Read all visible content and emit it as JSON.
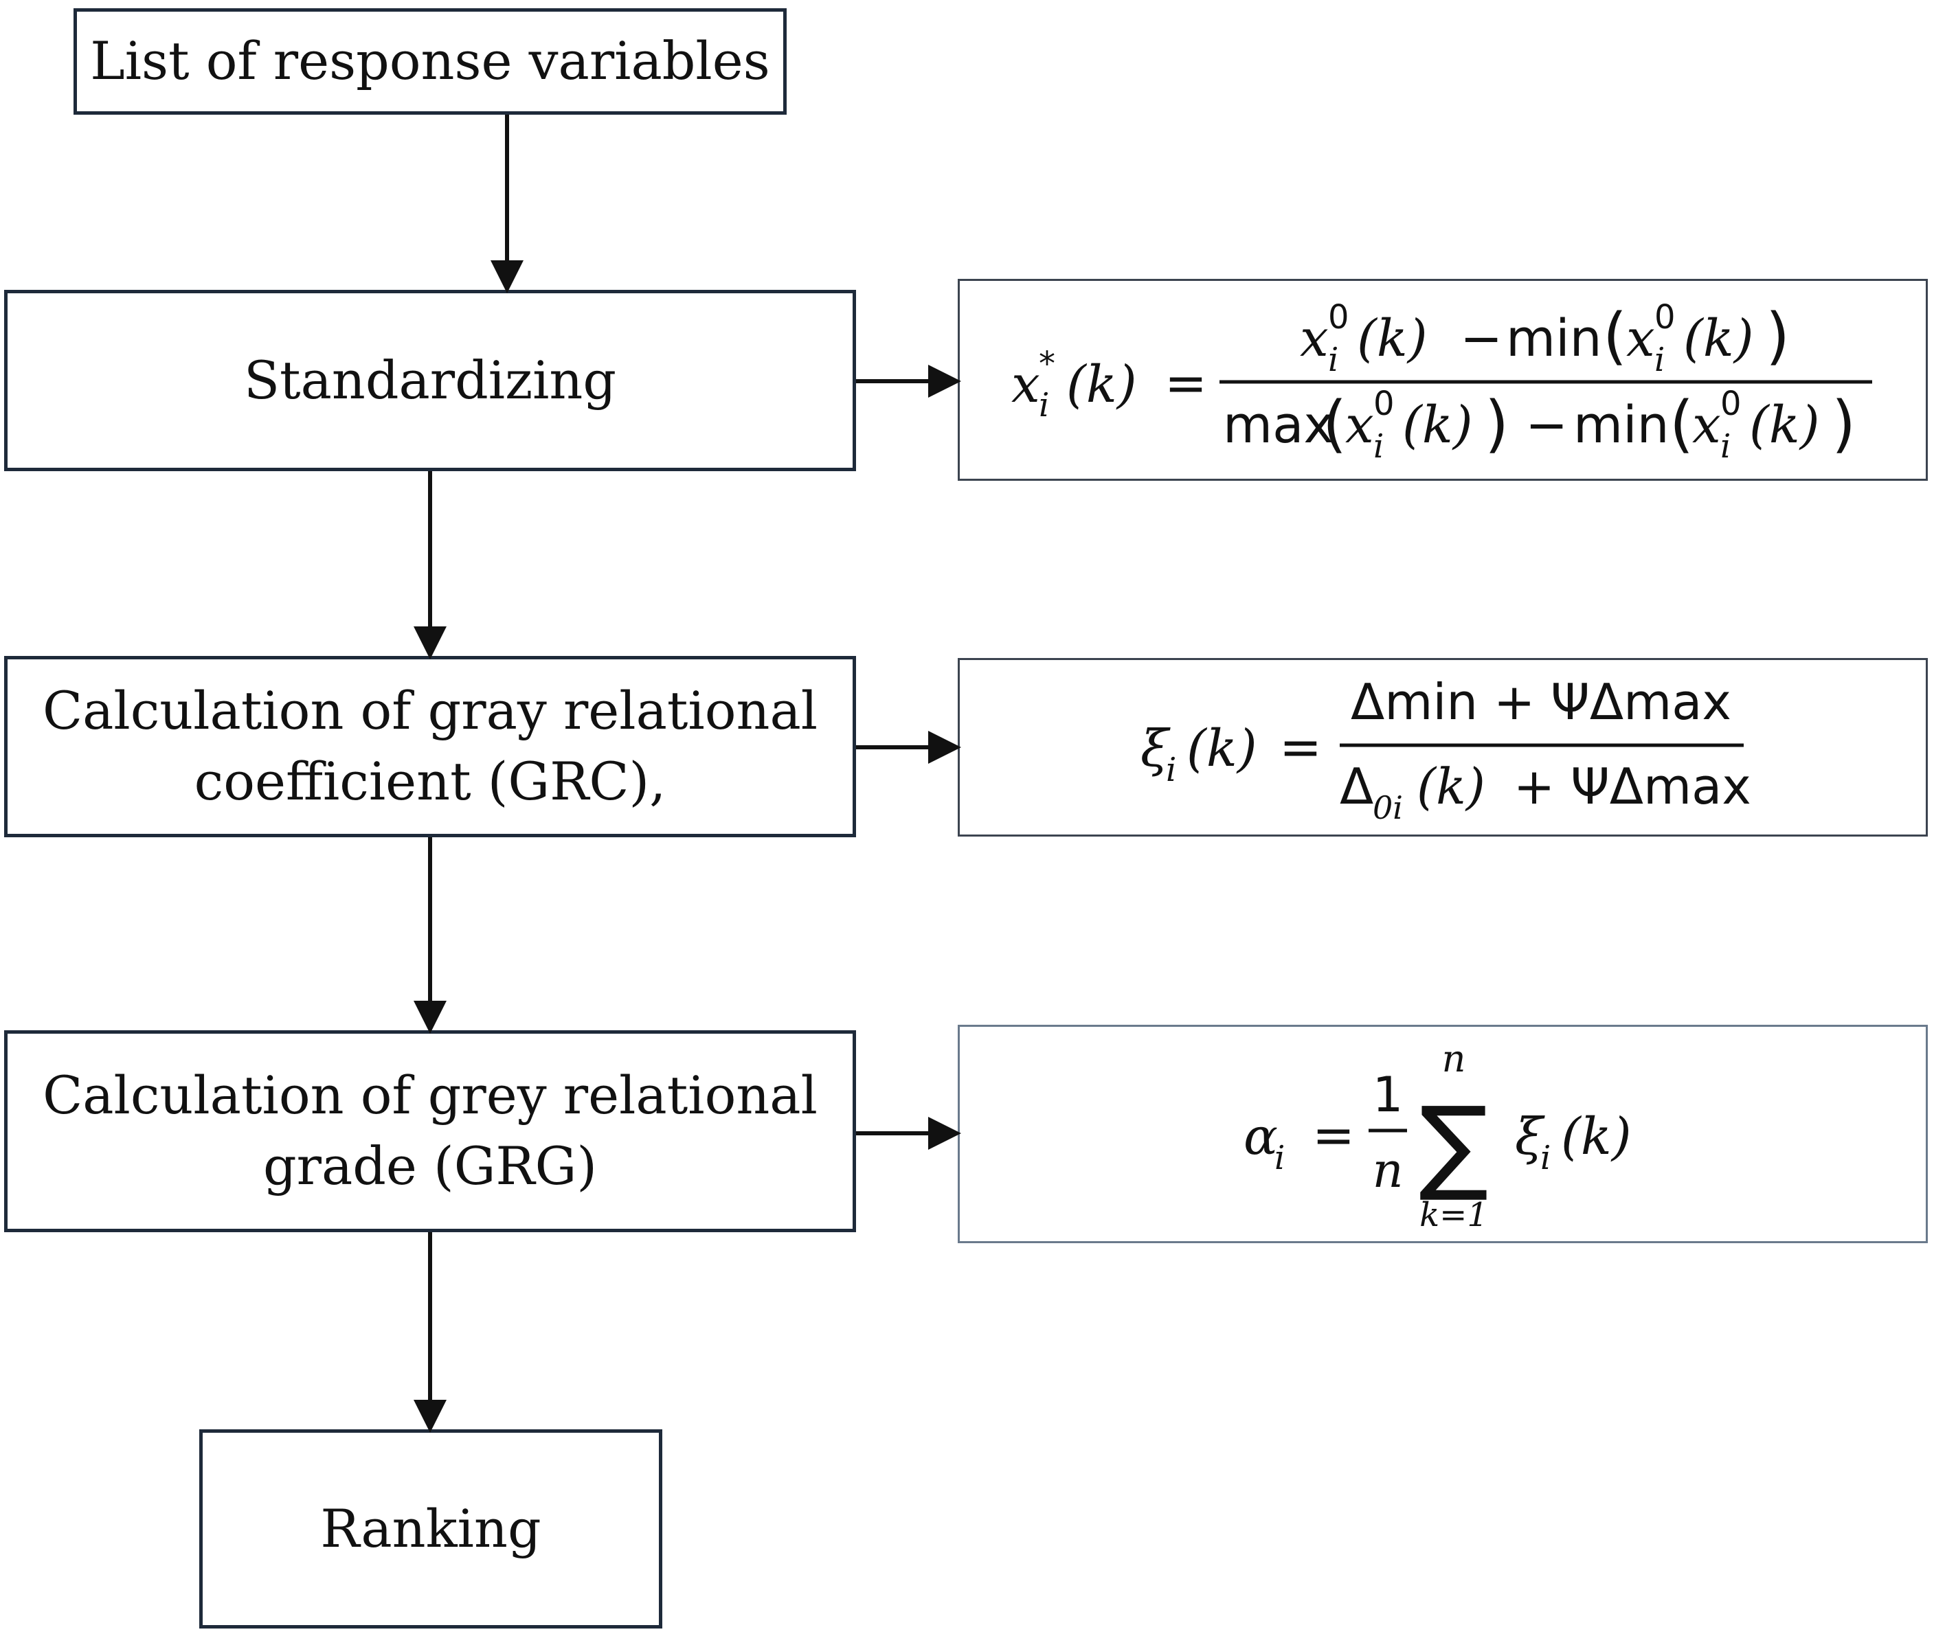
{
  "flow": {
    "step_list": "List of response variables",
    "step_standardizing": "Standardizing",
    "step_grc_line1": "Calculation of gray relational",
    "step_grc_line2": "coefficient (GRC),",
    "step_grg_line1": "Calculation of grey relational",
    "step_grg_line2": "grade (GRG)",
    "step_ranking": "Ranking"
  },
  "formulas": {
    "standardize": {
      "lhs_base": "x",
      "lhs_sub": "i",
      "lhs_sup": "*",
      "lhs_arg": "(k)",
      "equals": "=",
      "num_x": "x",
      "num_sub": "i",
      "num_sup": "0",
      "num_arg": "(k)",
      "minus": "−",
      "min_word": "min",
      "max_word": "max",
      "open_paren": "(",
      "close_paren": ")"
    },
    "grc": {
      "lhs_base": "ξ",
      "lhs_sub": "i",
      "lhs_arg": "(k)",
      "equals": "=",
      "numerator": "Δmin + ΨΔmax",
      "den_delta": "Δ",
      "den_sub": "0i",
      "den_arg": "(k)",
      "den_rest": " + ΨΔmax"
    },
    "grg": {
      "lhs_base": "α",
      "lhs_sub": "i",
      "equals": "=",
      "frac_num": "1",
      "frac_den": "n",
      "sum_symbol": "∑",
      "sum_upper": "n",
      "sum_lower": "k=1",
      "term_base": "ξ",
      "term_sub": "i",
      "term_arg": "(k)"
    }
  }
}
